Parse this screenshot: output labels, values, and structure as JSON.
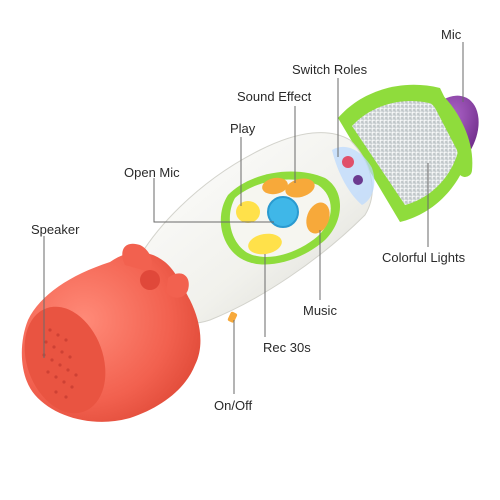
{
  "labels": {
    "mic": "Mic",
    "switch_roles": "Switch Roles",
    "sound_effect": "Sound Effect",
    "play": "Play",
    "open_mic": "Open Mic",
    "speaker": "Speaker",
    "colorful_lights": "Colorful Lights",
    "music": "Music",
    "rec_30s": "Rec 30s",
    "on_off": "On/Off"
  },
  "colors": {
    "body": "#f4f4f0",
    "speaker": "#f2614f",
    "accent_green": "#8fdc3c",
    "mic_head": "#7a2a93",
    "button_orange": "#f7a93a",
    "button_center": "#3fb7e8",
    "leader_line": "#6a6a6a"
  }
}
